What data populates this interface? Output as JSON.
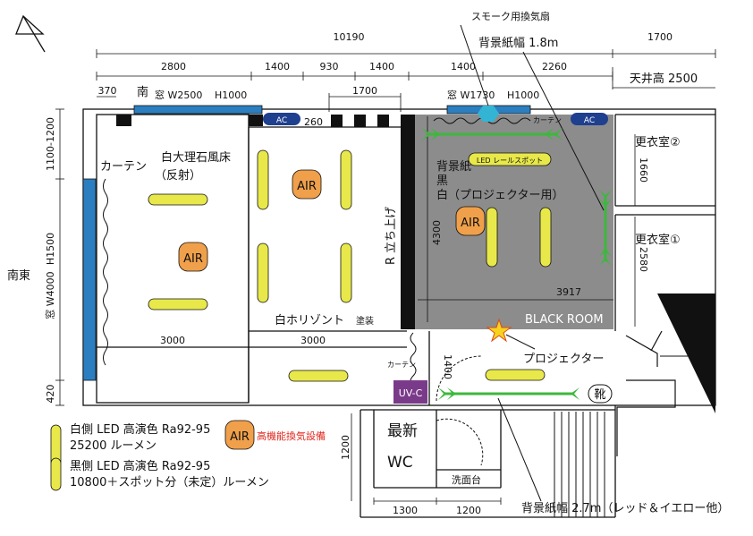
{
  "dimensions": {
    "total_width": "10190",
    "right_width": "1700",
    "segments": [
      "2800",
      "1400",
      "930",
      "1400",
      "1400",
      "2260"
    ],
    "w_370": "370",
    "w_1700_window": "1700",
    "h_1100_1200": "1100-1200",
    "h_1500": "H1500",
    "h_420": "420",
    "window_se": "窓 W4000",
    "d_3000_left": "3000",
    "d_3000_mid": "3000",
    "d_260": "260",
    "d_4300": "4300",
    "d_3917": "3917",
    "d_1660": "1660",
    "d_2580": "2580",
    "d_1400_v": "1400",
    "d_1200_v": "1200",
    "d_1300": "1300",
    "d_1200_h": "1200"
  },
  "labels": {
    "ceiling": "天井高 2500",
    "south": "南",
    "window_south": "窓 W2500",
    "window_south_h": "H1000",
    "window_east": "窓 W1730",
    "window_east_h": "H1000",
    "southeast": "南東",
    "curtain_left": "カーテン",
    "marble_floor_1": "白大理石風床",
    "marble_floor_2": "（反射）",
    "horizon_main": "白ホリゾント",
    "horizon_suffix": "塗装",
    "r_rise": "R 立ち上げ",
    "backdrop_1": "背景紙",
    "backdrop_2": "黒",
    "backdrop_3": "白（プロジェクター用）",
    "black_room": "BLACK ROOM",
    "led_rail": "LED レールスポット",
    "curtain_top": "カーテン",
    "curtain_small": "カーテン",
    "ac": "AC",
    "air": "AIR",
    "changing_2": "更衣室②",
    "changing_1": "更衣室①",
    "uvc": "UV-C",
    "shoes": "靴",
    "wc_1": "最新",
    "wc_2": "WC",
    "sink": "洗面台",
    "smoke_fan": "スモーク用換気扇",
    "backdrop_width_top": "背景紙幅 1.8m",
    "projector": "プロジェクター",
    "backdrop_width_bottom": "背景紙幅 2.7m（レッド＆イエロー他）"
  },
  "legend": {
    "line1": "白側 LED 高演色 Ra92-95",
    "line2": "25200 ルーメン",
    "line3": "黒側 LED 高演色 Ra92-95",
    "line4": "10800＋スポット分（未定）ルーメン",
    "air_label": "AIR",
    "air_desc": "高機能換気設備"
  },
  "colors": {
    "window": "#2b7fc0",
    "black_room": "#8c8c8c",
    "led": "#e8e84a",
    "air": "#f0a04a",
    "ac": "#1f3f8f",
    "uvc": "#7a3a8a",
    "rail": "#3cb83c",
    "fan": "#34b4d4",
    "star": "#f7d21e",
    "red_text": "#e0281e"
  }
}
